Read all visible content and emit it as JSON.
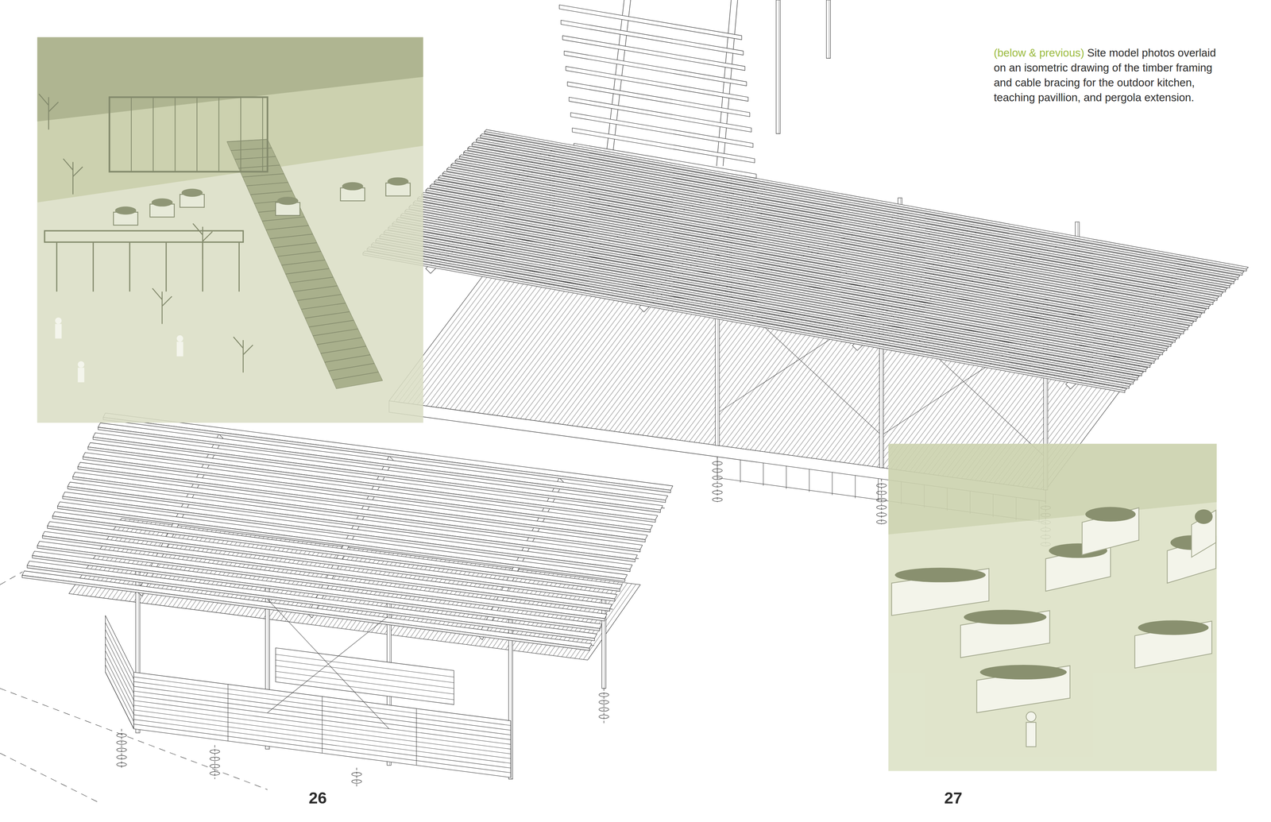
{
  "diagram": {
    "caption": "Site model photos overlaid on an isometric drawing of the timber framing and cable bracing for the outdoor kitchen, teaching pavillion, and pergola extension.",
    "labels": [
      "(below & previous)",
      "26",
      "27"
    ]
  }
}
